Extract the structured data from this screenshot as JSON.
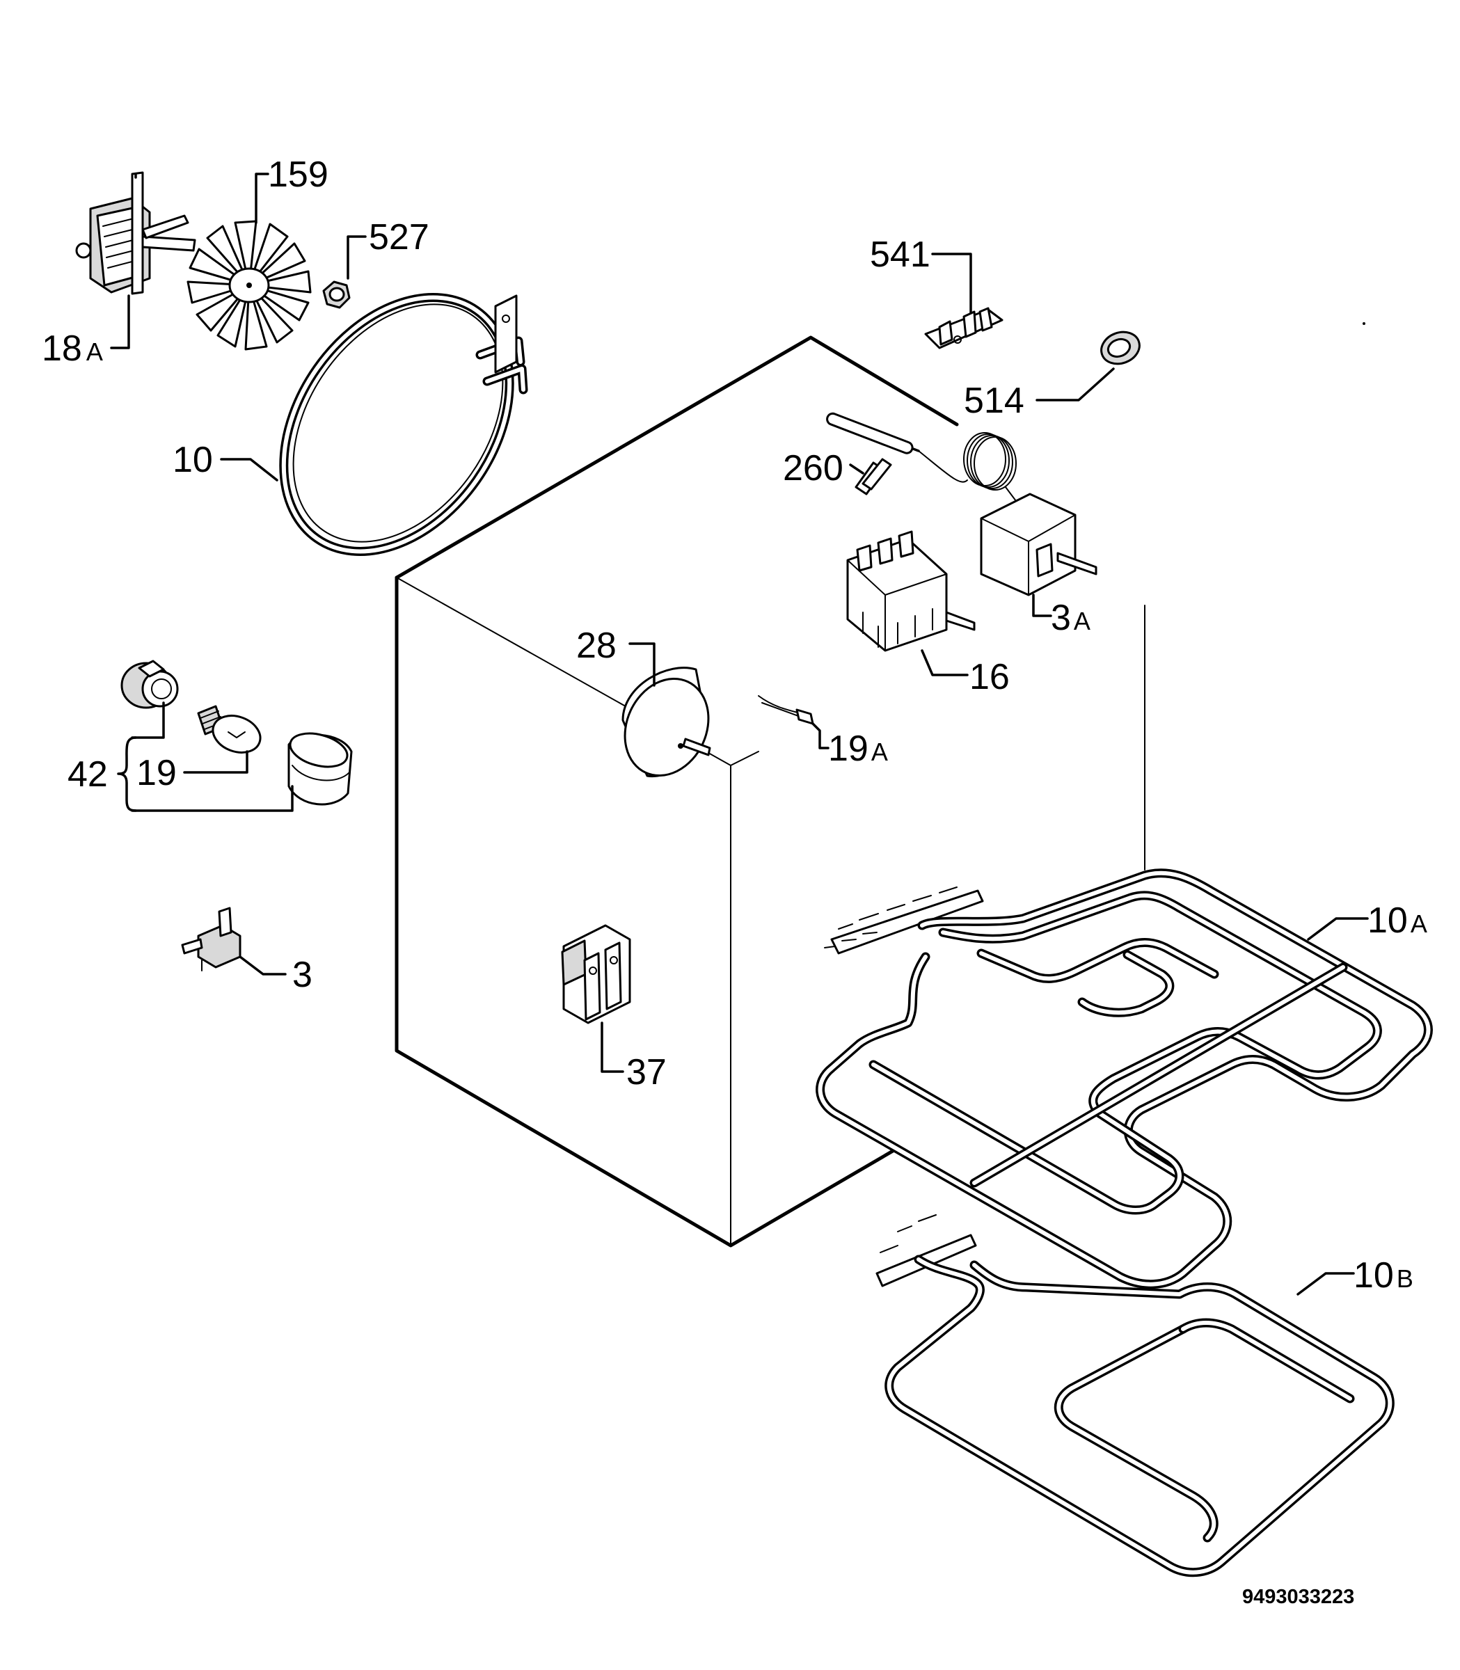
{
  "callouts": {
    "c18a": "18",
    "c18a_suffix": "A",
    "c159": "159",
    "c527": "527",
    "c10": "10",
    "c541": "541",
    "c514": "514",
    "c260": "260",
    "c3a": "3",
    "c3a_suffix": "A",
    "c16": "16",
    "c28": "28",
    "c19a": "19",
    "c19a_suffix": "A",
    "c42": "42",
    "c19": "19",
    "c3": "3",
    "c37": "37",
    "c10a": "10",
    "c10a_suffix": "A",
    "c10b": "10",
    "c10b_suffix": "B"
  },
  "document_number": "9493033223"
}
